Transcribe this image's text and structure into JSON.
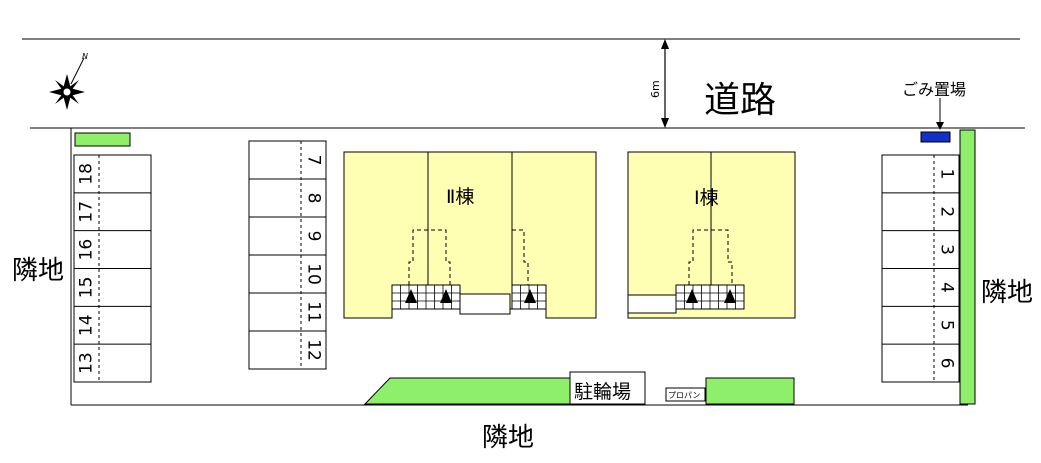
{
  "road": {
    "label": "道路",
    "width_label": "6m"
  },
  "garbage": {
    "label": "ごみ置場"
  },
  "neighbors": {
    "west": "隣地",
    "east": "隣地",
    "south": "隣地"
  },
  "buildings": {
    "building_2": "Ⅱ棟",
    "building_1": "Ⅰ棟"
  },
  "bicycle_parking": {
    "label": "駐輪場"
  },
  "propane": {
    "label": "プロパン"
  },
  "parking": {
    "west": [
      "13",
      "14",
      "15",
      "16",
      "17",
      "18"
    ],
    "middle": [
      "7",
      "8",
      "9",
      "10",
      "11",
      "12"
    ],
    "east": [
      "1",
      "2",
      "3",
      "4",
      "5",
      "6"
    ]
  },
  "colors": {
    "building_fill": "#ffffb3",
    "green_strip": "#8ef06a",
    "garbage_fill": "#1530c8",
    "line": "#000000"
  }
}
